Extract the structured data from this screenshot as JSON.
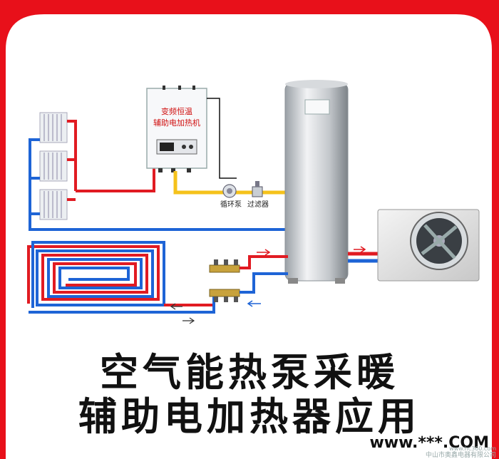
{
  "heater": {
    "line1": "变频恒温",
    "line2": "辅助电加热机"
  },
  "pump_label": "循环泵",
  "filter_label": "过滤器",
  "caption": {
    "line1": "空气能热泵采暖",
    "line2": "辅助电加热器应用"
  },
  "watermark": "www.***.COM",
  "footer_company": "中山市奥鑫电器有限公司",
  "footer_url": "www.hc360.com",
  "colors": {
    "frame": "#e8101a",
    "hot_pipe": "#e11b22",
    "cold_pipe": "#1e64d6",
    "water_pipe": "#f5c21b"
  }
}
